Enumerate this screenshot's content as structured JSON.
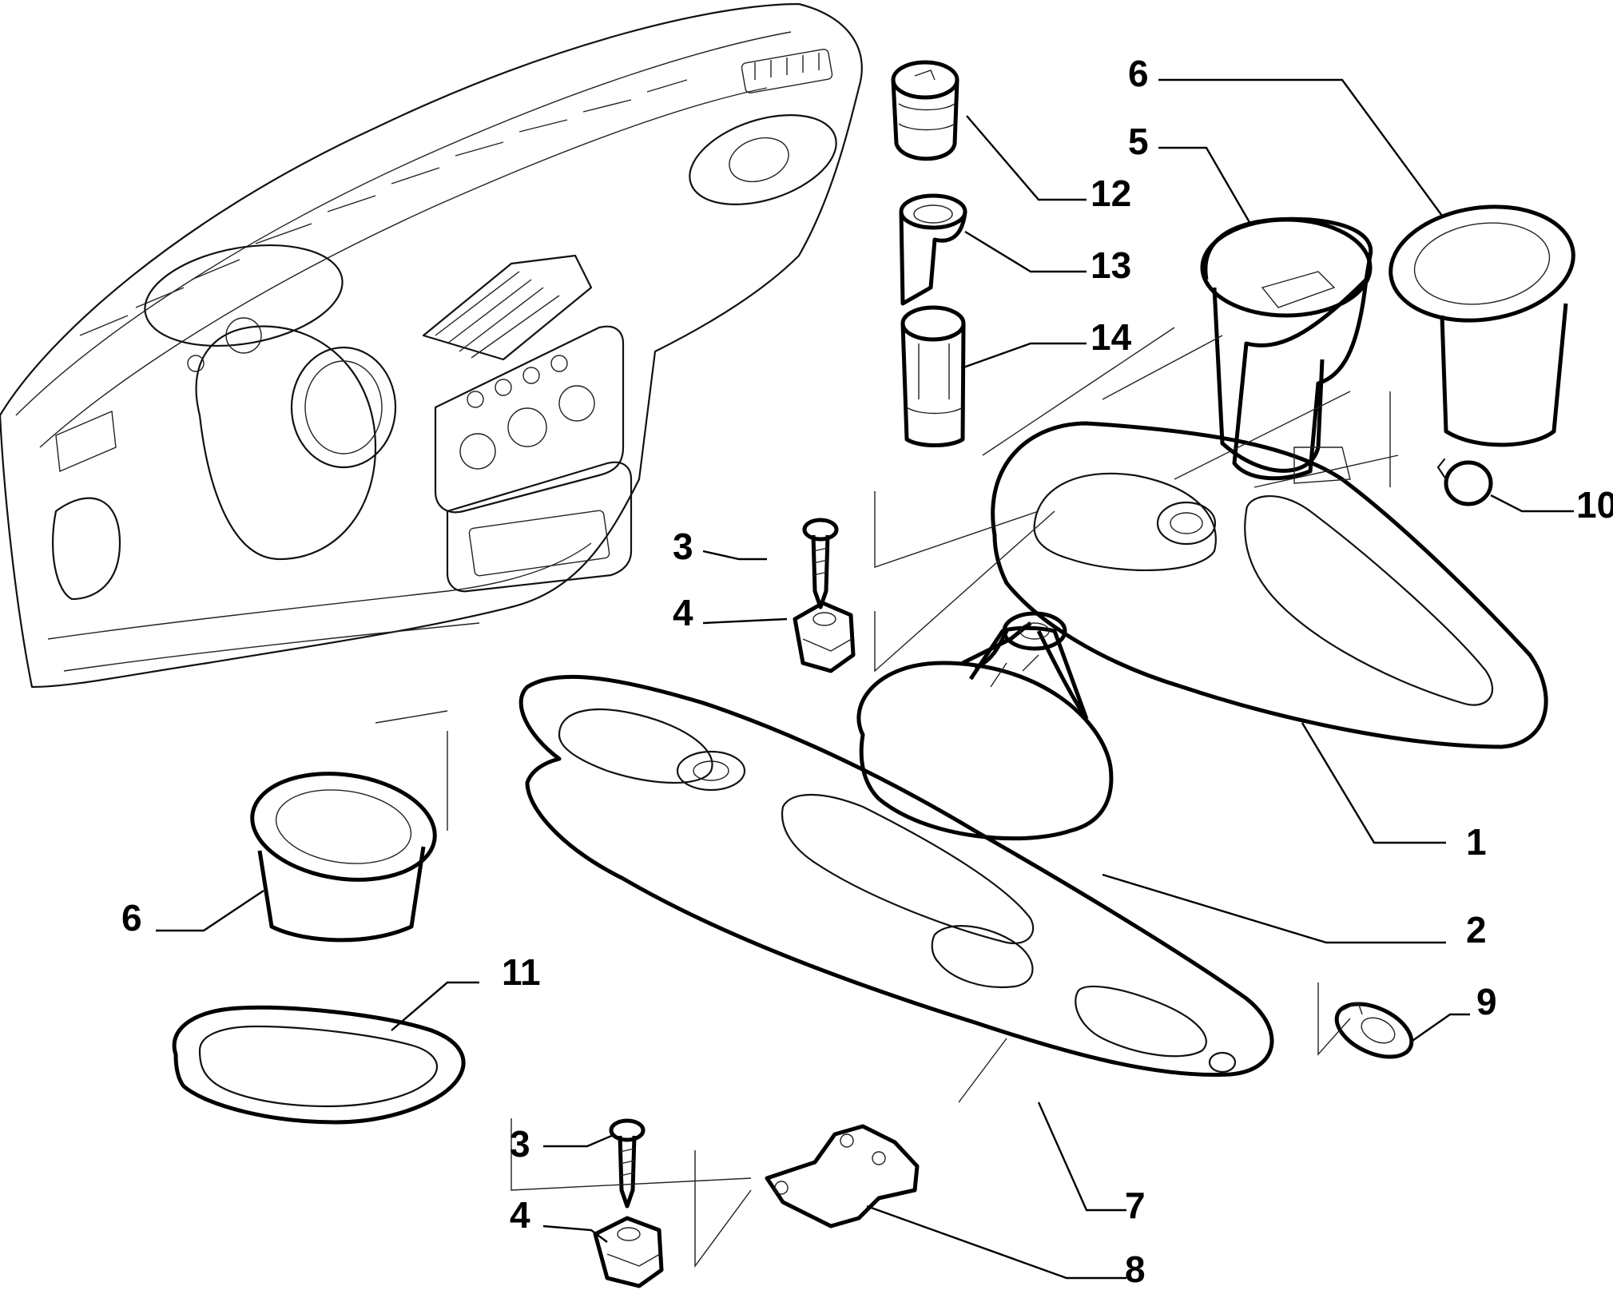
{
  "callouts": [
    {
      "id": "label-1",
      "text": "1"
    },
    {
      "id": "label-2",
      "text": "2"
    },
    {
      "id": "label-3a",
      "text": "3"
    },
    {
      "id": "label-3b",
      "text": "3"
    },
    {
      "id": "label-4a",
      "text": "4"
    },
    {
      "id": "label-4b",
      "text": "4"
    },
    {
      "id": "label-5",
      "text": "5"
    },
    {
      "id": "label-6a",
      "text": "6"
    },
    {
      "id": "label-6b",
      "text": "6"
    },
    {
      "id": "label-7",
      "text": "7"
    },
    {
      "id": "label-8",
      "text": "8"
    },
    {
      "id": "label-9",
      "text": "9"
    },
    {
      "id": "label-10",
      "text": "10"
    },
    {
      "id": "label-11",
      "text": "11"
    },
    {
      "id": "label-12",
      "text": "12"
    },
    {
      "id": "label-13",
      "text": "13"
    },
    {
      "id": "label-14",
      "text": "14"
    }
  ]
}
